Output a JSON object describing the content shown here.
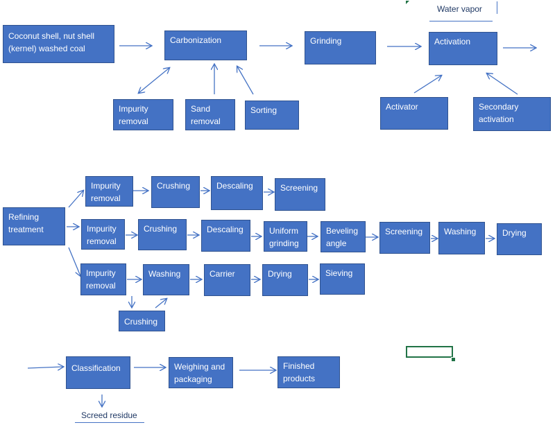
{
  "colors": {
    "box_fill": "#4472C4",
    "box_border": "#2F528F",
    "arrow": "#4472C4",
    "selection": "#217346"
  },
  "section1": {
    "raw_material": "Coconut shell, nut shell\n(kernel) washed coal",
    "carbonization": "Carbonization",
    "grinding": "Grinding",
    "activation": "Activation",
    "impurity_removal": "Impurity\nremoval",
    "sand_removal": "Sand\nremoval",
    "sorting": "Sorting",
    "activator": "Activator",
    "secondary_activation": "Secondary\nactivation",
    "water_vapor": "Water vapor"
  },
  "section2": {
    "refining": "Refining\ntreatment",
    "row1": [
      "Impurity\nremoval",
      "Crushing",
      "Descaling",
      "Screening"
    ],
    "row2": [
      "Impurity\nremoval",
      "Crushing",
      "Descaling",
      "Uniform\ngrinding",
      "Beveling\nangle",
      "Screening",
      "Washing",
      "Drying"
    ],
    "row3": [
      "Impurity\nremoval",
      "Washing",
      "Carrier",
      "Drying",
      "Sieving"
    ],
    "row3_crushing": "Crushing"
  },
  "section3": {
    "classification": "Classification",
    "weighing": "Weighing and\npackaging",
    "finished": "Finished\nproducts",
    "screed_residue": "Screed residue"
  }
}
